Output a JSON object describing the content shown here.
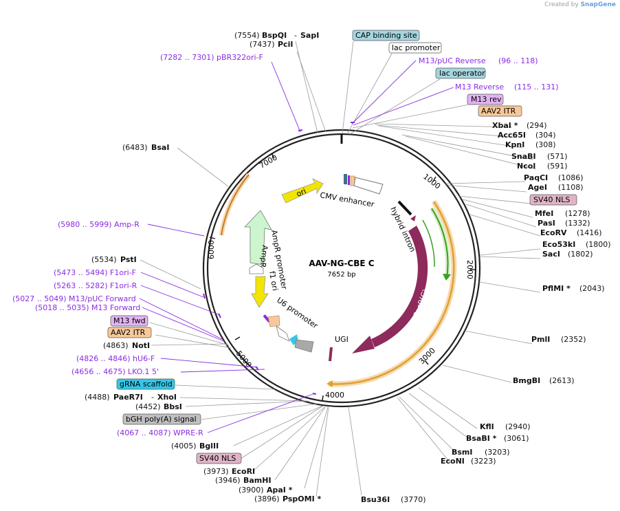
{
  "credit": {
    "prefix": "Created by",
    "brand": "SnapGene"
  },
  "plasmid": {
    "name": "AAV-NG-CBE C",
    "length": "7652 bp"
  },
  "ticks": [
    "1000",
    "2000",
    "3000",
    "4000",
    "5000",
    "6000",
    "7000"
  ],
  "features_on_map": {
    "cmv": "CMV enhancer",
    "hybrid": "hybrid intron",
    "cas9": "Cas9(C)",
    "ugi": "UGI",
    "u6": "U6 promoter",
    "f1": "f1 ori",
    "ampr_prom": "AmpR promoter",
    "ampr": "AmpR",
    "ori": "ori"
  },
  "labels": {
    "bspqi": {
      "num": "(7554)",
      "name": "BspQI",
      "name2": "SapI"
    },
    "pcii": {
      "num": "(7437)",
      "name": "PciI"
    },
    "pbr": "(7282 .. 7301)  pBR322ori-F",
    "cap": "CAP binding site",
    "lacprom": "lac promoter",
    "m13puc_rev": {
      "name": "M13/pUC Reverse",
      "range": "(96 .. 118)"
    },
    "lacop": "lac operator",
    "m13rev": {
      "name": "M13 Reverse",
      "range": "(115 .. 131)"
    },
    "m13rev_box": "M13 rev",
    "aav2itr": "AAV2 ITR",
    "xbai": {
      "name": "XbaI *",
      "num": "(294)"
    },
    "acc65i": {
      "name": "Acc65I",
      "num": "(304)"
    },
    "kpni": {
      "name": "KpnI",
      "num": "(308)"
    },
    "snabi": {
      "name": "SnaBI",
      "num": "(571)"
    },
    "ncoi": {
      "name": "NcoI",
      "num": "(591)"
    },
    "paqci": {
      "name": "PaqCI",
      "num": "(1086)"
    },
    "agei": {
      "name": "AgeI",
      "num": "(1108)"
    },
    "sv40nls": "SV40 NLS",
    "mfei": {
      "name": "MfeI",
      "num": "(1278)"
    },
    "pasi": {
      "name": "PasI",
      "num": "(1332)"
    },
    "ecorv": {
      "name": "EcoRV",
      "num": "(1416)"
    },
    "eco53ki": {
      "name": "Eco53kI",
      "num": "(1800)"
    },
    "saci": {
      "name": "SacI",
      "num": "(1802)"
    },
    "pflmi": {
      "name": "PflMI *",
      "num": "(2043)"
    },
    "pmli": {
      "name": "PmlI",
      "num": "(2352)"
    },
    "bmgbi": {
      "name": "BmgBI",
      "num": "(2613)"
    },
    "kfli": {
      "name": "KflI",
      "num": "(2940)"
    },
    "bsabi": {
      "name": "BsaBI *",
      "num": "(3061)"
    },
    "bsmi": {
      "name": "BsmI",
      "num": "(3203)"
    },
    "econi": {
      "name": "EcoNI",
      "num": "(3223)"
    },
    "bsu36i": {
      "name": "Bsu36I",
      "num": "(3770)"
    },
    "bsai": {
      "num": "(6483)",
      "name": "BsaI"
    },
    "ampr_f": "(5980 .. 5999)  Amp-R",
    "psti": {
      "num": "(5534)",
      "name": "PstI"
    },
    "f1ori_f": "(5473 .. 5494)  F1ori-F",
    "f1ori_r": "(5263 .. 5282)  F1ori-R",
    "m13puc_fwd": "(5027 .. 5049)  M13/pUC Forward",
    "m13_fwd": "(5018 .. 5035)  M13 Forward",
    "m13fwd_box": "M13 fwd",
    "aav2itr2": "AAV2 ITR",
    "noti": {
      "num": "(4863)",
      "name": "NotI"
    },
    "hu6f": "(4826 .. 4846)  hU6-F",
    "lko": "(4656 .. 4675)  LKO.1 5'",
    "grna": "gRNA scaffold",
    "paer7i": {
      "num": "(4488)",
      "name": "PaeR7I",
      "name2": "XhoI"
    },
    "bbsi": {
      "num": "(4452)",
      "name": "BbsI"
    },
    "bgh": "bGH poly(A) signal",
    "wpre": "(4067 .. 4087)  WPRE-R",
    "bglii": {
      "num": "(4005)",
      "name": "BglII"
    },
    "sv40nls2": "SV40 NLS",
    "ecori": {
      "num": "(3973)",
      "name": "EcoRI"
    },
    "bamhi": {
      "num": "(3946)",
      "name": "BamHI"
    },
    "apai": {
      "num": "(3900)",
      "name": "ApaI *"
    },
    "pspomi": {
      "num": "(3896)",
      "name": "PspOMI *"
    }
  },
  "colors": {
    "cas9": "#8e2a5c",
    "ori": "#f2e600",
    "ampr": "#cdf5cd",
    "orange": "#e8a23a",
    "green": "#3a9e1e",
    "lightblue": "#a5d5e0",
    "purplebox": "#e2b3f2",
    "pinkbox": "#e0b4c6",
    "orangebox": "#f8c89a",
    "cyanbox": "#33c7e8",
    "graybox": "#c0c0c0"
  }
}
